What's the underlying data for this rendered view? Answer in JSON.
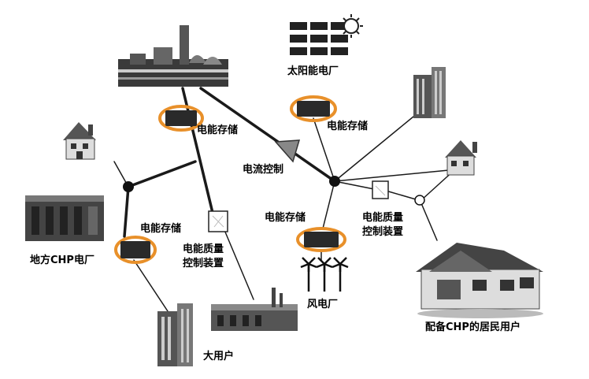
{
  "colors": {
    "storage_ring": "#e8902a",
    "line": "#1a1a1a",
    "device": "#2a2a2a"
  },
  "labels": {
    "storage_top_left": "电能存储",
    "storage_top_right": "电能存储",
    "storage_mid_left": "电能存储",
    "storage_mid_right": "电能存储",
    "current_control": "电流控制",
    "pq_control_left_1": "电能质量",
    "pq_control_left_2": "控制装置",
    "pq_control_right_1": "电能质量",
    "pq_control_right_2": "控制装置",
    "solar_plant": "太阳能电厂",
    "local_chp": "地方CHP电厂",
    "wind_plant": "风电厂",
    "big_user": "大用户",
    "residential_chp": "配备CHP的居民用户"
  },
  "icons": {
    "power_plant": "power-plant-icon",
    "solar": "solar-panel-icon",
    "sun": "sun-icon",
    "house": "house-icon",
    "building": "office-building-icon",
    "factory": "factory-icon",
    "chp": "chp-plant-icon",
    "wind": "wind-turbine-icon",
    "storage": "battery-storage-icon",
    "pq_device": "power-quality-device-icon",
    "control": "current-control-icon"
  }
}
